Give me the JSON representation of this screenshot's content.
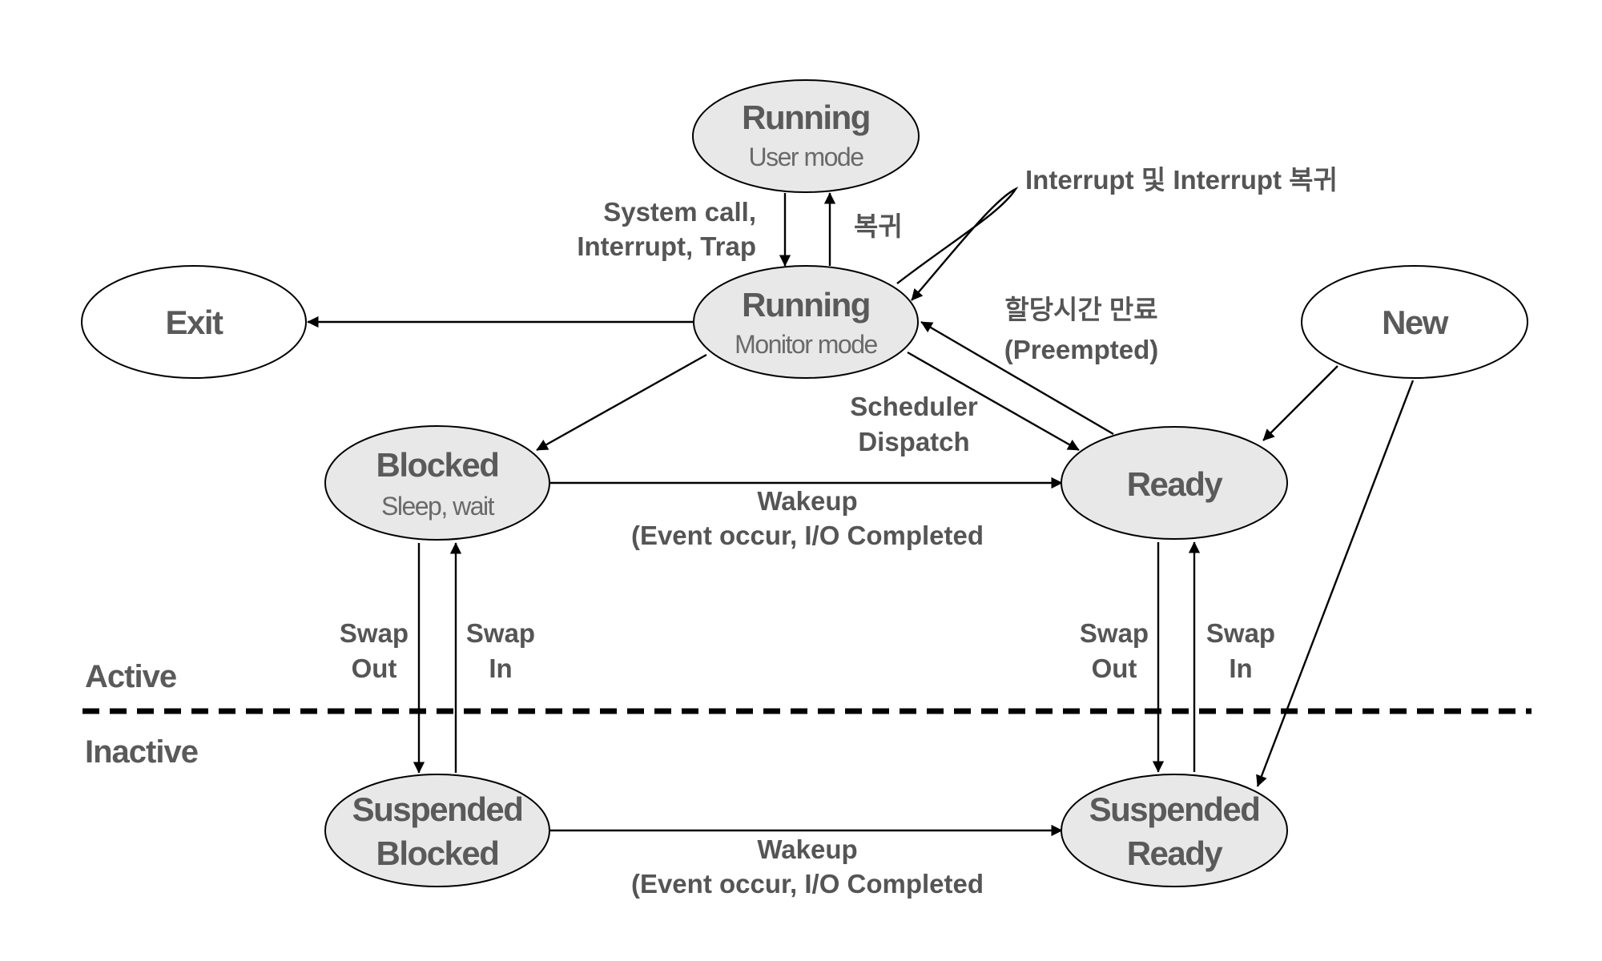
{
  "states": {
    "running_user": {
      "title": "Running",
      "sub": "User mode"
    },
    "running_monitor": {
      "title": "Running",
      "sub": "Monitor mode"
    },
    "exit": {
      "title": "Exit"
    },
    "new": {
      "title": "New"
    },
    "blocked": {
      "title": "Blocked",
      "sub": "Sleep, wait"
    },
    "ready": {
      "title": "Ready"
    },
    "suspended_blocked": {
      "line1": "Suspended",
      "line2": "Blocked"
    },
    "suspended_ready": {
      "line1": "Suspended",
      "line2": "Ready"
    }
  },
  "labels": {
    "system_call": [
      "System call,",
      "Interrupt, Trap"
    ],
    "return": "복귀",
    "interrupt": "Interrupt 및 Interrupt 복귀",
    "preempted": [
      "할당시간 만료",
      "(Preempted)"
    ],
    "dispatch": [
      "Scheduler",
      "Dispatch"
    ],
    "wakeup_active": [
      "Wakeup",
      "(Event occur, I/O Completed"
    ],
    "wakeup_inactive": [
      "Wakeup",
      "(Event occur, I/O Completed"
    ],
    "swap_out_left": [
      "Swap",
      "Out"
    ],
    "swap_in_left": [
      "Swap",
      "In"
    ],
    "swap_out_right": [
      "Swap",
      "Out"
    ],
    "swap_in_right": [
      "Swap",
      "In"
    ]
  },
  "regions": {
    "active": "Active",
    "inactive": "Inactive"
  }
}
